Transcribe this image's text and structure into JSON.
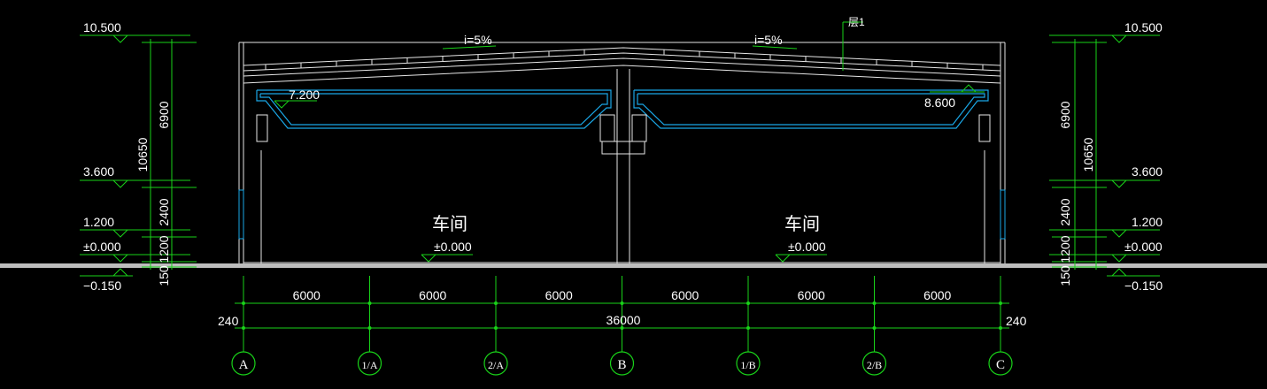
{
  "levels_left": [
    {
      "label": "10.500"
    },
    {
      "label": "3.600"
    },
    {
      "label": "1.200"
    },
    {
      "label": "±0.000"
    },
    {
      "label": "−0.150"
    }
  ],
  "levels_right": [
    {
      "label": "10.500"
    },
    {
      "label": "3.600"
    },
    {
      "label": "1.200"
    },
    {
      "label": "±0.000"
    },
    {
      "label": "−0.150"
    }
  ],
  "vertical_dims_left": {
    "inner": [
      "6900",
      "2400",
      "1200",
      "150"
    ],
    "outer": "10650"
  },
  "vertical_dims_right": {
    "inner": [
      "6900",
      "2400",
      "1200",
      "150"
    ],
    "outer": "10650"
  },
  "roof": {
    "slope_left": "i=5%",
    "slope_right": "i=5%",
    "note": "层1"
  },
  "crane_levels": {
    "left": "7.200",
    "right": "8.600"
  },
  "rooms": [
    {
      "name": "车间",
      "level": "±0.000"
    },
    {
      "name": "车间",
      "level": "±0.000"
    }
  ],
  "bay_dims": [
    "6000",
    "6000",
    "6000",
    "6000",
    "6000",
    "6000"
  ],
  "total_dim": "36000",
  "edge_dims": {
    "left": "240",
    "right": "240"
  },
  "axes": [
    "A",
    "1/A",
    "2/A",
    "B",
    "1/B",
    "2/B",
    "C"
  ],
  "colors": {
    "background": "#000000",
    "dimension": "#19d219",
    "structure": "#e6e6e6",
    "crane_beam": "#1aa7e6"
  }
}
